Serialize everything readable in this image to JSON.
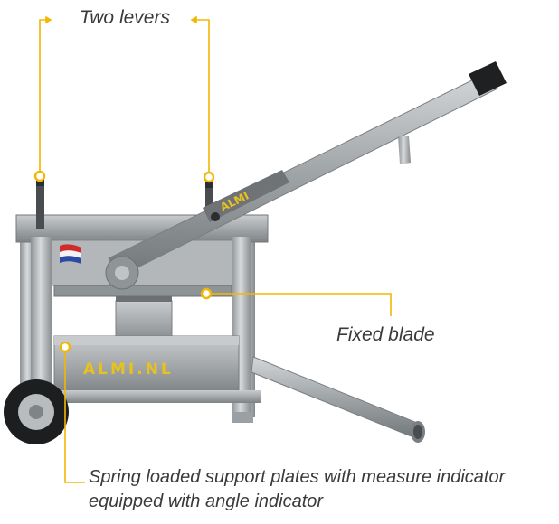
{
  "callouts": {
    "levers": "Two levers",
    "blade": "Fixed blade",
    "spring_line1": "Spring loaded support plates with measure indicator",
    "spring_line2": "equipped with angle indicator"
  },
  "machine": {
    "logo_small": "ALMI",
    "logo_large": "ALMI.NL"
  },
  "colors": {
    "callout_line": "#f2b705",
    "metal": "#a9adb0",
    "metal_dark": "#7f8487",
    "logo_yellow": "#e7c21f",
    "text": "#3a3a3a"
  }
}
